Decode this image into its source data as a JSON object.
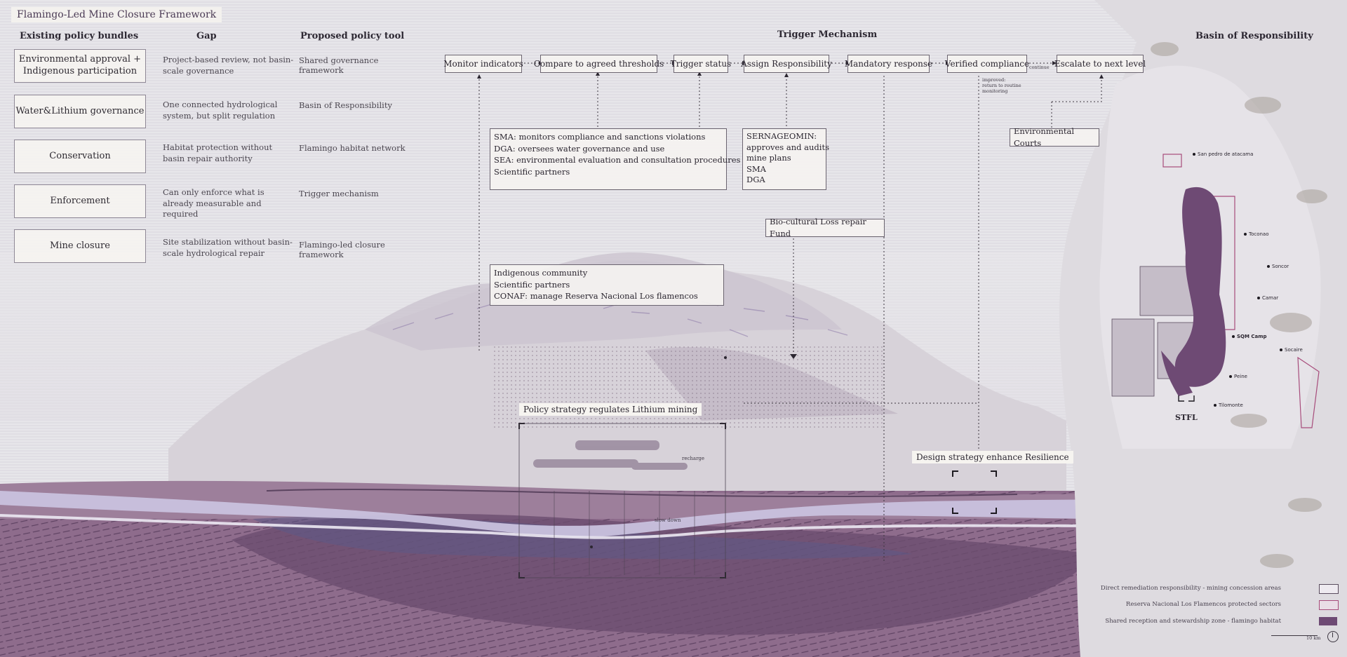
{
  "title": "Flamingo-Led Mine Closure Framework",
  "headers": {
    "existing": "Existing policy bundles",
    "gap": "Gap",
    "proposed": "Proposed policy tool",
    "trigger": "Trigger Mechanism",
    "basin": "Basin of Responsibility"
  },
  "rows": [
    {
      "bundle": "Environmental approval + Indigenous participation",
      "gap": "Project-based review, not basin-scale governance",
      "tool": "Shared governance framework"
    },
    {
      "bundle": "Water&Lithium governance",
      "gap": "One connected hydrological system, but split regulation",
      "tool": "Basin of Responsibility"
    },
    {
      "bundle": "Conservation",
      "gap": "Habitat protection without basin repair authority",
      "tool": "Flamingo habitat network"
    },
    {
      "bundle": "Enforcement",
      "gap": "Can only enforce what is already measurable and required",
      "tool": "Trigger mechanism"
    },
    {
      "bundle": "Mine closure",
      "gap": "Site stabilization without basin-scale hydrological repair",
      "tool": "Flamingo-led closure framework"
    }
  ],
  "trigger_steps": [
    "Monitor indicators",
    "Compare to agreed thresholds",
    "Trigger status",
    "Assign Responsibility",
    "Mandatory response",
    "Verified compliance",
    "Escalate to next level"
  ],
  "continue_label": "continue",
  "improved_note": "improved: return to routine monitoring",
  "agencies_box": [
    "SMA: monitors compliance and sanctions violations",
    "DGA: oversees water governance and use",
    "SEA:  environmental evaluation and consultation procedures",
    "Scientific partners"
  ],
  "sernageomin_box": [
    "SERNAGEOMIN:",
    "approves and audits",
    "mine plans",
    "SMA",
    "DGA"
  ],
  "courts_box": "Environmental Courts",
  "fund_box": "Bio-cultural Loss repair Fund",
  "community_box": [
    "Indigenous community",
    "Scientific partners",
    "CONAF: manage Reserva Nacional Los flamencos"
  ],
  "policy_label": "Policy strategy regulates Lithium mining",
  "design_label": "Design strategy enhance Resilience",
  "section_notes": {
    "recharge": "recharge",
    "slow_down": "slow down"
  },
  "map": {
    "towns": [
      "San pedro de atacama",
      "Toconao",
      "Soncor",
      "Camar",
      "SQM Camp",
      "Socaire",
      "Peine",
      "Tilomonte"
    ],
    "site_label": "STFL"
  },
  "legend": [
    {
      "label": "Direct remediation responsibility - mining concession areas",
      "color": "#eeeaf0"
    },
    {
      "label": "Reserva Nacional Los Flamencos protected sectors",
      "color": "#e9dde6"
    },
    {
      "label": "Shared reception and stewardship zone - flamingo habitat",
      "color": "#6e4a74"
    }
  ],
  "scale_label": "10 km",
  "colors": {
    "accent": "#6e4a74",
    "water": "#c9c2de",
    "ground": "#8f6d8d"
  }
}
